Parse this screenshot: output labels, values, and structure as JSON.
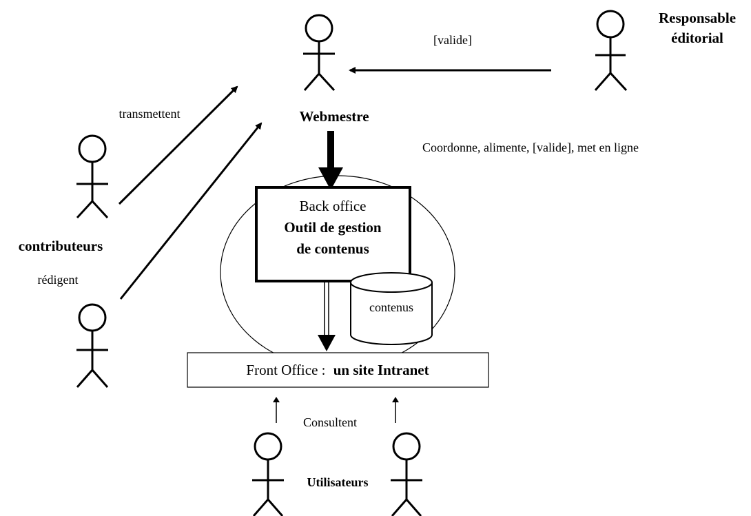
{
  "actors": {
    "webmestre": {
      "label": "Webmestre"
    },
    "responsable": {
      "label_line1": "Responsable",
      "label_line2": "éditorial"
    },
    "contributeurs": {
      "label": "contributeurs"
    },
    "utilisateurs": {
      "label": "Utilisateurs"
    }
  },
  "edges": {
    "valide_label": "[valide]",
    "transmettent_label": "transmettent",
    "redigent_label": "rédigent",
    "coordonne_label": "Coordonne, alimente, [valide], met en ligne",
    "consultent_label": "Consultent"
  },
  "back_office": {
    "title": "Back office",
    "subtitle_line1": "Outil de gestion",
    "subtitle_line2": "de contenus"
  },
  "database": {
    "label": "contenus"
  },
  "front_office": {
    "prefix": "Front Office :",
    "site": "un site Intranet"
  }
}
